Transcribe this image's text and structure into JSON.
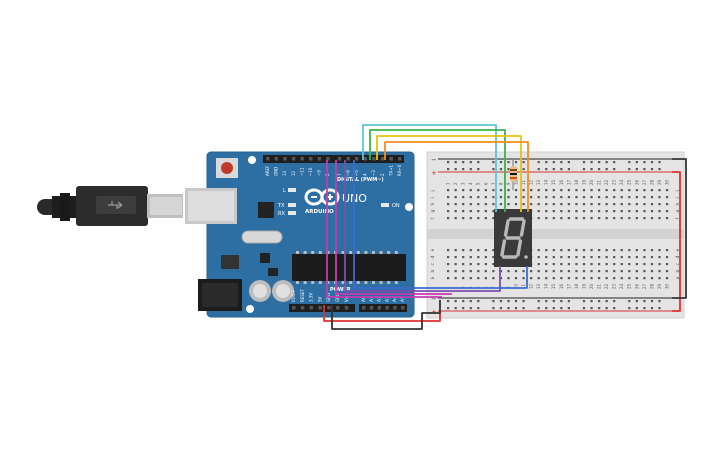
{
  "arduino": {
    "digital_header": "DIGITAL (PWM~)",
    "brand": "ARDUINO",
    "model": "UNO",
    "power_header": "POWER",
    "on_label": "ON",
    "l_label": "L",
    "tx_label": "TX",
    "rx_label": "RX",
    "digital_pins": [
      "AREF",
      "GND",
      "13",
      "12",
      "~11",
      "~10",
      "~9",
      "8",
      "7",
      "~6",
      "~5",
      "4",
      "~3",
      "2",
      "TX→1",
      "RX←0"
    ],
    "power_pins": [
      "IOREF",
      "RESET",
      "3.3V",
      "5V",
      "GND",
      "GND",
      "Vin"
    ],
    "analog_pins": [
      "A0",
      "A1",
      "A2",
      "A3",
      "A4",
      "A5"
    ]
  },
  "breadboard": {
    "rail_plus": "+",
    "rail_minus": "−",
    "row_letters_top": [
      "j",
      "i",
      "h",
      "g",
      "f"
    ],
    "row_letters_bottom": [
      "e",
      "d",
      "c",
      "b",
      "a"
    ],
    "column_count": 30
  },
  "display": {
    "digit_shown": "8",
    "segment_color": "#b9b9b9",
    "body_color": "#3a3a3a"
  },
  "colors": {
    "board": "#2e6fa3",
    "wire_cyan": "#5fc4d4",
    "wire_green": "#38b44a",
    "wire_yellow": "#e3c413",
    "wire_orange": "#ef8f1d",
    "wire_magenta": "#c73ab2",
    "wire_purple": "#7b4fb0",
    "wire_blue": "#3d6bd1",
    "wire_red": "#e03131",
    "wire_black": "#333333"
  }
}
